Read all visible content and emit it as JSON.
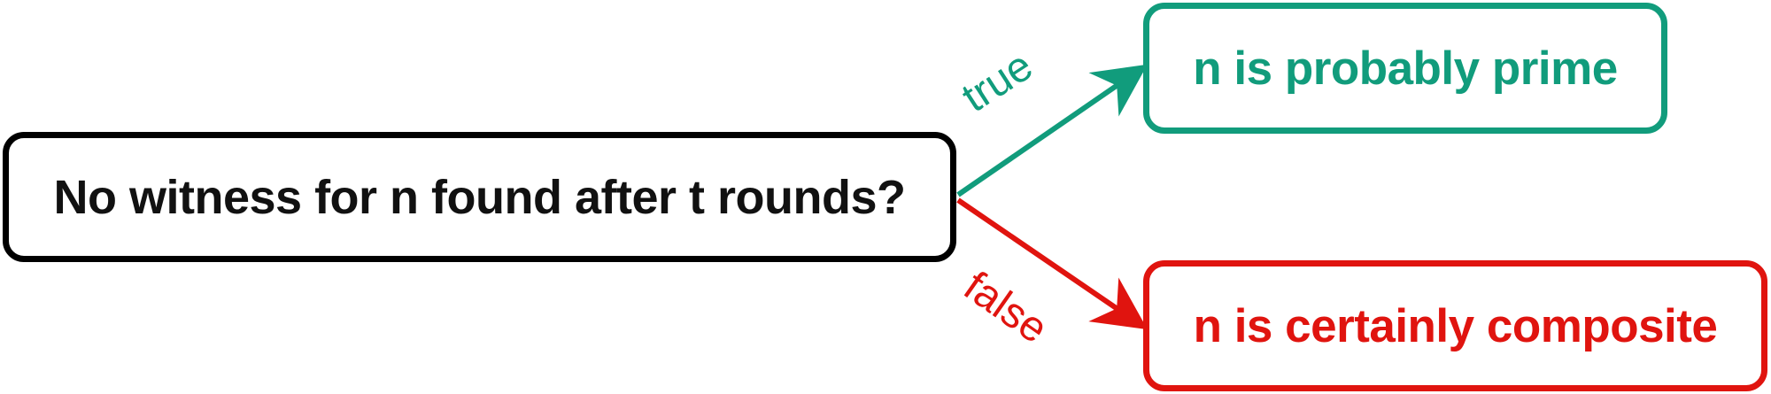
{
  "diagram": {
    "question": "No witness for n found after t rounds?",
    "true_branch": {
      "label": "true",
      "result": "n is probably prime",
      "color": "#119C7C"
    },
    "false_branch": {
      "label": "false",
      "result": "n is certainly composite",
      "color": "#E0140F"
    },
    "question_border_color": "#000000"
  }
}
